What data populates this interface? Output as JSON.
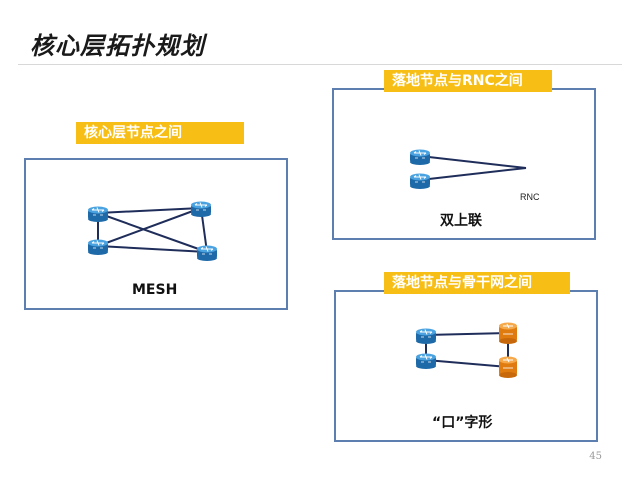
{
  "slide": {
    "title": "核心层拓扑规划",
    "page_number": "45"
  },
  "panels": {
    "mesh": {
      "tag": "核心层节点之间",
      "caption": "MESH"
    },
    "rnc": {
      "tag": "落地节点与RNC之间",
      "caption": "双上联",
      "rnc_label": "RNC"
    },
    "backbone": {
      "tag": "落地节点与骨干网之间",
      "caption": "“口”字形"
    }
  },
  "colors": {
    "panel_border": "#5d7fb0",
    "tag_background": "#f7be16",
    "link": "#1f2d5a",
    "router_blue": "#3a8fd0",
    "router_orange": "#f08a1c"
  },
  "icons": {
    "router": "router-icon",
    "backbone_router": "backbone-router-icon"
  }
}
